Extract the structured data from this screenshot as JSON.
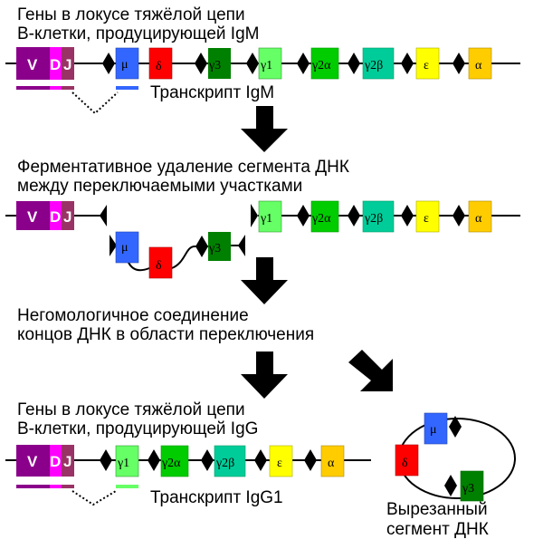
{
  "colors": {
    "V": "#8b008b",
    "D": "#ff00ff",
    "J": "#993366",
    "mu": "#3366ff",
    "delta": "#ff0000",
    "gamma3": "#008000",
    "gamma1": "#66ff66",
    "gamma2a": "#00cc00",
    "gamma2b": "#00cc99",
    "epsilon": "#ffff00",
    "alpha": "#ffcc00",
    "switch": "#000000",
    "arrow": "#000000"
  },
  "genes": {
    "V": "V",
    "D": "D",
    "J": "J",
    "mu": "μ",
    "delta": "δ",
    "gamma3": "γ3",
    "gamma1": "γ1",
    "gamma2a": "γ2α",
    "gamma2b": "γ2β",
    "epsilon": "ε",
    "alpha": "α"
  },
  "step1": {
    "title_line1": "Гены в локусе тяжёлой цепи",
    "title_line2": "B-клетки, продуцирующей IgM",
    "transcript": "Транскрипт IgM"
  },
  "step2": {
    "title_line1": "Ферментативное удаление сегмента ДНК",
    "title_line2": "между переключаемыми участками"
  },
  "step3": {
    "title_line1": "Негомологичное соединение",
    "title_line2": "концов ДНК в области переключения"
  },
  "step4": {
    "title_line1": "Гены в локусе тяжёлой цепи",
    "title_line2": "B-клетки, продуцирующей IgG",
    "transcript": "Транскрипт IgG1"
  },
  "excised": {
    "label_line1": "Вырезанный",
    "label_line2": "сегмент ДНК"
  }
}
